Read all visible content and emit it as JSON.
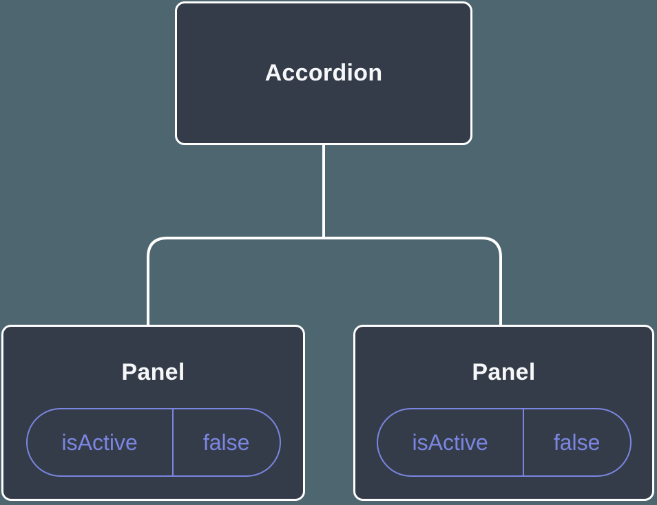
{
  "theme": {
    "bg_color": "#4D6670",
    "node_fill": "#353C49",
    "line_color": "#FFFFFF",
    "text_color": "#F6F7F9",
    "accent_color": "#7B86E2"
  },
  "tree": {
    "root": {
      "label": "Accordion"
    },
    "children": [
      {
        "label": "Panel",
        "props": [
          {
            "name": "isActive",
            "value": "false"
          }
        ]
      },
      {
        "label": "Panel",
        "props": [
          {
            "name": "isActive",
            "value": "false"
          }
        ]
      }
    ]
  }
}
